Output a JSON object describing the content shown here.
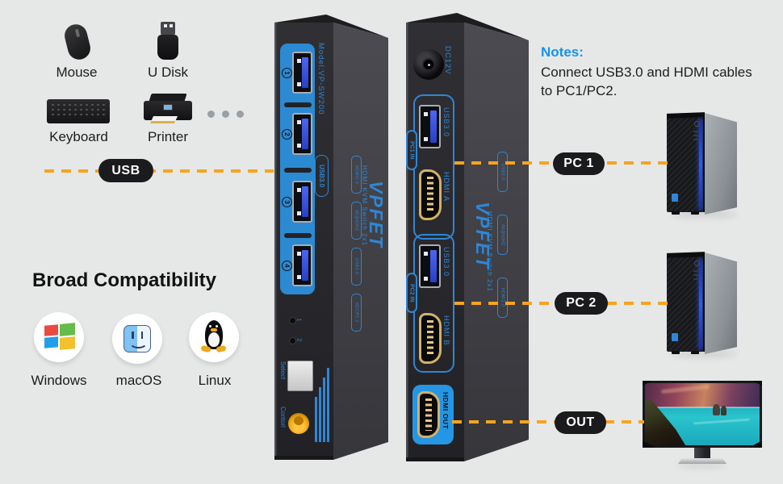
{
  "peripherals": {
    "mouse_label": "Mouse",
    "udisk_label": "U Disk",
    "keyboard_label": "Keyboard",
    "printer_label": "Printer"
  },
  "callouts": {
    "usb": "USB",
    "pc1": "PC 1",
    "pc2": "PC 2",
    "out": "OUT"
  },
  "compatibility": {
    "title": "Broad Compatibility",
    "windows_label": "Windows",
    "macos_label": "macOS",
    "linux_label": "Linux"
  },
  "notes": {
    "title": "Notes:",
    "line1": "Connect USB3.0 and HDMI cables",
    "line2": "to PC1/PC2."
  },
  "front_device": {
    "model": "Model:VP-SW200",
    "usb_badge": "USB3.0",
    "port1": "1",
    "port2": "2",
    "port3": "3",
    "port4": "4",
    "led1": "1",
    "led2": "2",
    "select_label": "Select",
    "control_label": "Contorl",
    "brand": "VPFET",
    "product": "HDMI KVM Switch 2x1",
    "spec_badges": [
      "HDMI2.0",
      "4K@60HZ",
      "USB3.0",
      "HDCP2.2"
    ]
  },
  "back_device": {
    "power_label": "DC12V",
    "pc1_tab": "PC1 IN",
    "pc1_usb": "USB3.0",
    "pc1_hdmi": "HDMI A",
    "pc2_tab": "PC2 IN",
    "pc2_usb": "USB3.0",
    "pc2_hdmi": "HDMI B",
    "out_label": "HDMI OUT",
    "brand": "VPFET",
    "product": "HDMI KVM Switch 2x1",
    "spec_badges": [
      "USB3.0",
      "4K@60HZ",
      "HDMI2.0"
    ]
  },
  "colors": {
    "accent_blue": "#2f86d6",
    "dash_orange": "#f7a41f",
    "notes_blue": "#1693e9",
    "pill_bg": "#1b1b1d",
    "panel_blue": "#2b8ad2"
  }
}
